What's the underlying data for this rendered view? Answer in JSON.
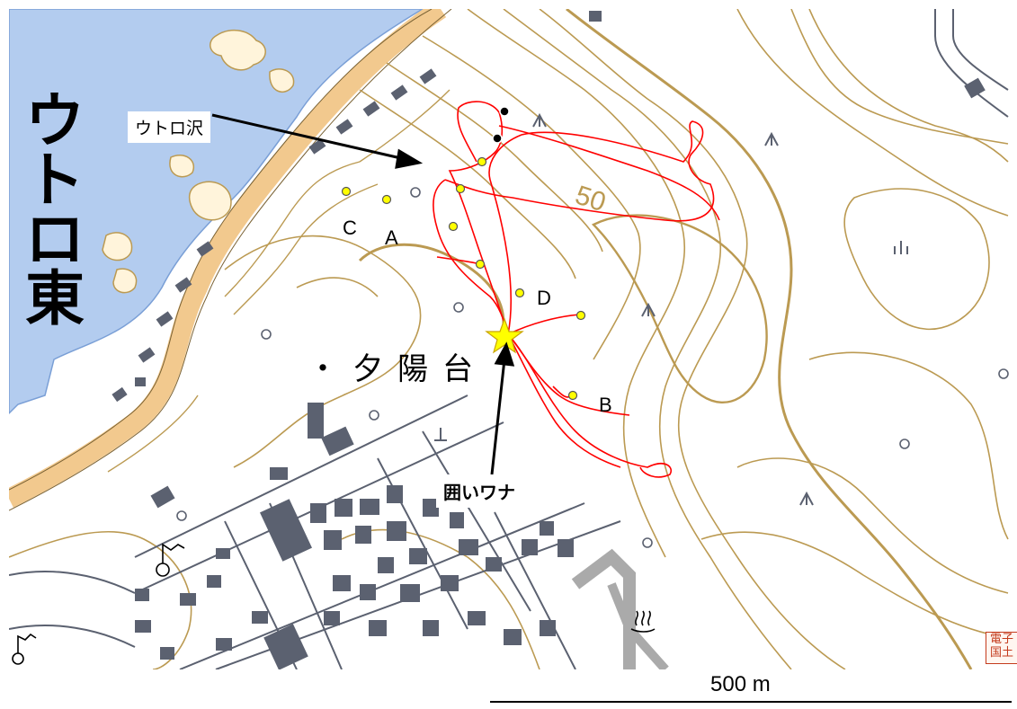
{
  "map": {
    "place_name_vertical": [
      "ウ",
      "ト",
      "ロ",
      "東"
    ],
    "place_name_yuhidai": "・夕陽台",
    "callout_utoro": "ウトロ沢",
    "callout_trap": "囲いワナ",
    "contour_label": "50",
    "point_labels": {
      "a": "A",
      "b": "B",
      "c": "C",
      "d": "D"
    },
    "seal_text": "電子国土",
    "scale_label": "500 m",
    "colors": {
      "sea": "#b3ccef",
      "road": "#f2c98e",
      "contour": "#bb9a52",
      "track": "#ff0000",
      "building": "#5b6170",
      "point": "#ffff00",
      "star": "#ffff00"
    },
    "icons": [
      "star-icon",
      "waypoint-icon",
      "shrine-icon",
      "hot-spring-icon",
      "broadleaf-tree-icon",
      "post-office-icon"
    ]
  }
}
